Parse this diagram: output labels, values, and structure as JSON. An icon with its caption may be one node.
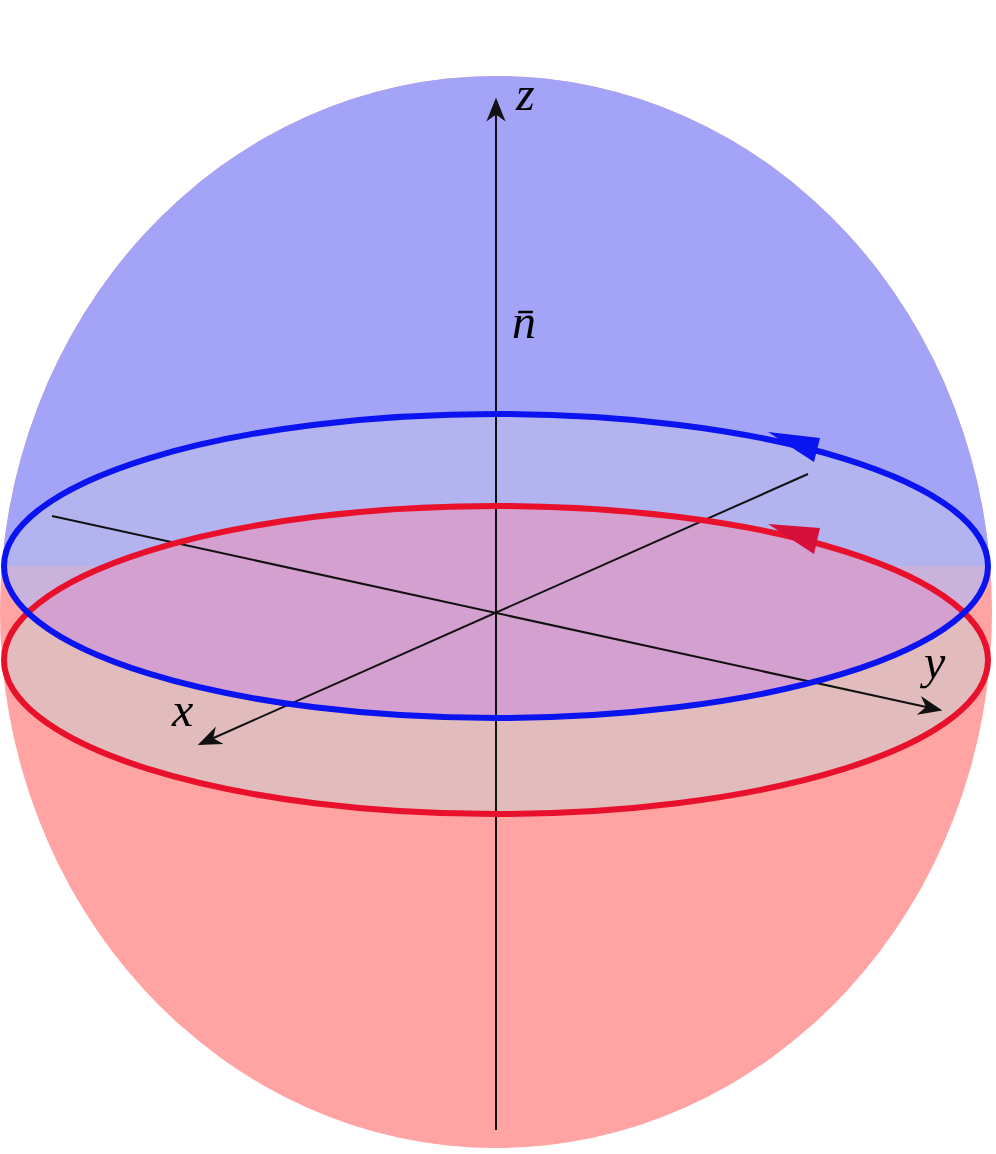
{
  "diagram": {
    "labels": [
      "z",
      "n̄",
      "x",
      "y"
    ]
  }
}
